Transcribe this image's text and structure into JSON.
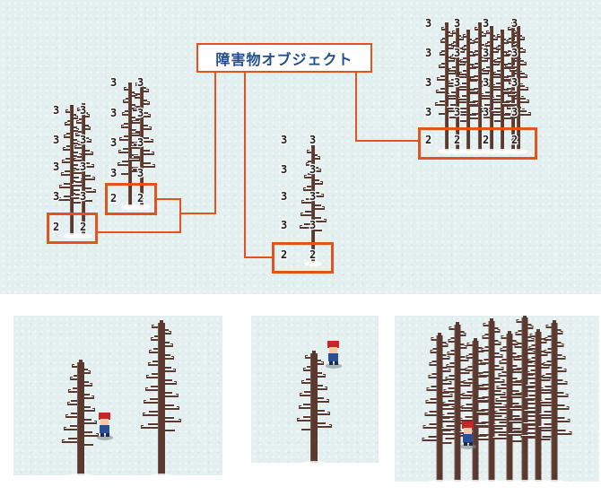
{
  "callout": {
    "label": "障害物オブジェクト"
  },
  "tile_numbers": {
    "top": "3",
    "bottom": "2"
  },
  "colors": {
    "accent": "#e3531b",
    "label_text": "#1f4f8f",
    "snow": "#e4eff0",
    "trunk": "#5a3a30"
  },
  "groups": [
    {
      "id": "pair-left",
      "top_row": [
        "3",
        "3"
      ],
      "bottom_row": [
        "2",
        "2"
      ]
    },
    {
      "id": "pair-middle",
      "top_row": [
        "3",
        "3"
      ],
      "bottom_row": [
        "2",
        "2"
      ]
    },
    {
      "id": "single-center",
      "top_row": [
        "3",
        "3"
      ],
      "bottom_row": [
        "2",
        "2"
      ]
    },
    {
      "id": "cluster-right",
      "top_row": [
        "3",
        "3",
        "3",
        "3"
      ],
      "bottom_row": [
        "2",
        "2",
        "2",
        "2"
      ]
    }
  ],
  "previews": [
    {
      "id": "two-trees-with-hero"
    },
    {
      "id": "single-tree-hero-on-top"
    },
    {
      "id": "dense-cluster-with-hero"
    }
  ]
}
